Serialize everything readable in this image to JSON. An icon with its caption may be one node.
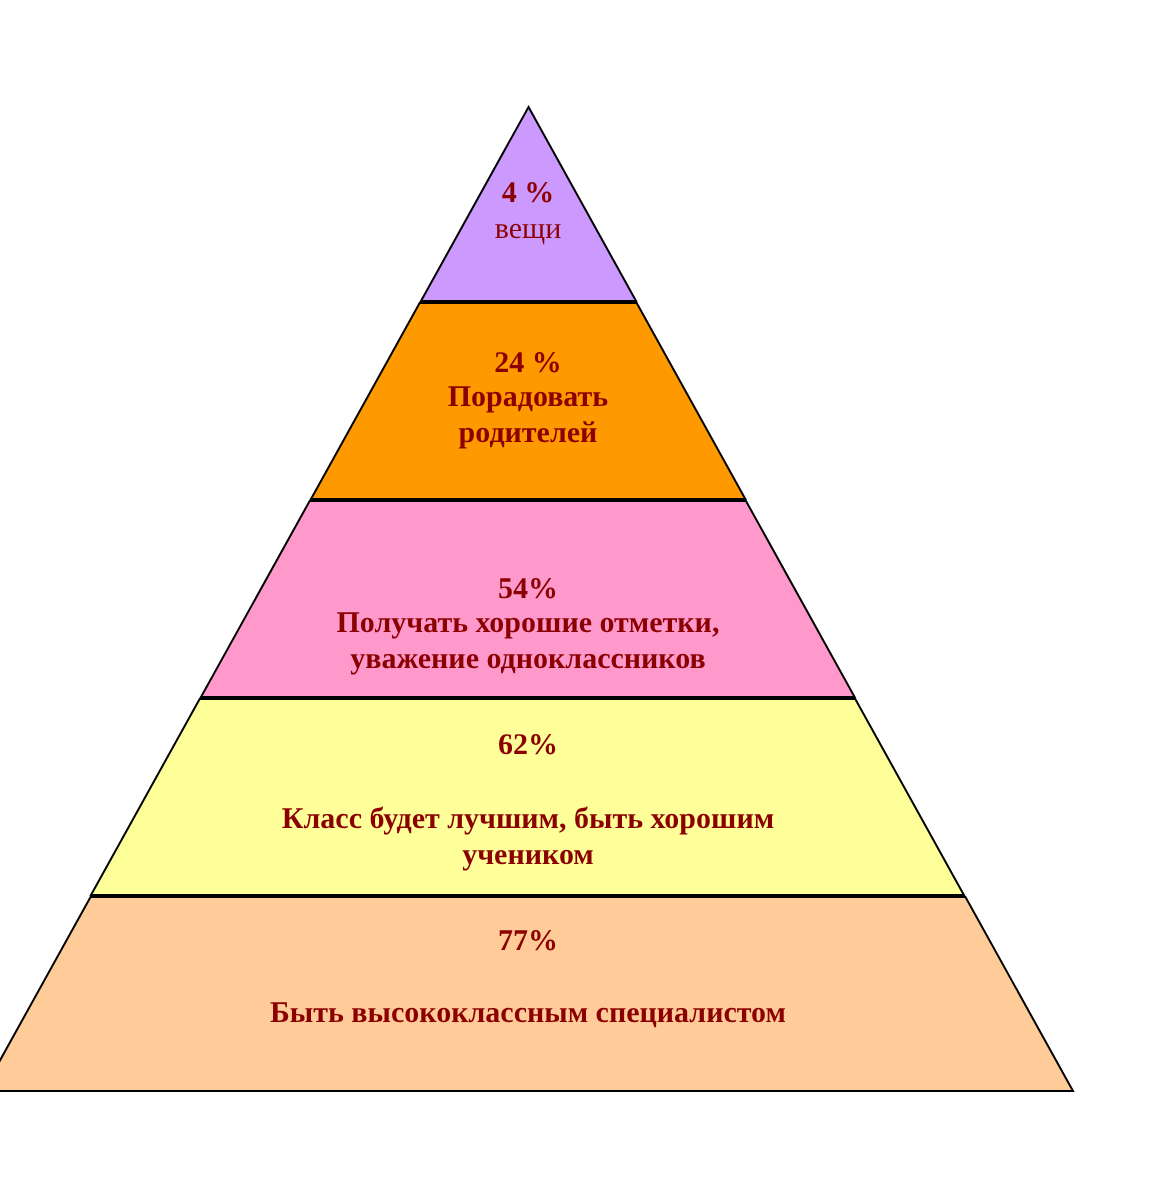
{
  "diagram": {
    "nodes": [
      {
        "text": [
          "4 %",
          "вещи"
        ]
      },
      {
        "text": [
          "24 %",
          "Порадовать родителей"
        ]
      },
      {
        "text": [
          "54%",
          "Получать хорошие отметки, уважение одноклассников"
        ]
      },
      {
        "text": [
          "62%",
          "Класс будет лучшим, быть хорошим учеником"
        ]
      },
      {
        "text": [
          "77%",
          "Быть высококлассным специалистом"
        ]
      }
    ]
  }
}
